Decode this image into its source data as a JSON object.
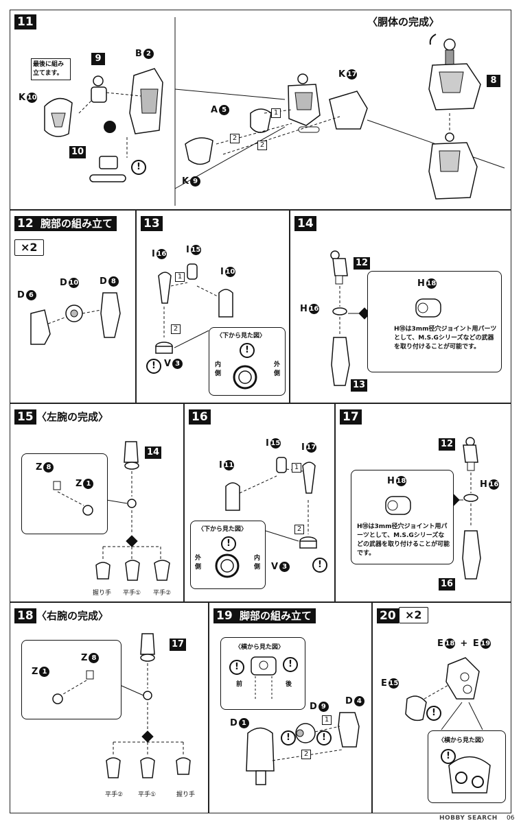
{
  "step11": {
    "number": "11",
    "subtitle": "〈胴体の完成〉",
    "note": "最後に組み立てます。",
    "labels": {
      "b2": "B",
      "k10": "K",
      "p9": "9",
      "p10": "10",
      "a5": "A",
      "k17": "K",
      "k9": "K",
      "p8": "8"
    },
    "circles": {
      "b2": "2",
      "k10": "10",
      "a5": "5",
      "k17": "17",
      "k9": "9"
    },
    "steps": [
      "1",
      "2",
      "2"
    ]
  },
  "step12": {
    "number": "12",
    "title": "腕部の組み立て",
    "count": "×2",
    "labels": {
      "d6": "D",
      "d10": "D",
      "d8": "D"
    },
    "circles": {
      "d6": "6",
      "d10": "10",
      "d8": "8"
    }
  },
  "step13": {
    "number": "13",
    "inset_title": "〈下から見た図〉",
    "inner": "内側",
    "outer": "外側",
    "labels": {
      "i16": "I",
      "i15": "I",
      "i10": "I",
      "v3": "V"
    },
    "circles": {
      "i16": "16",
      "i15": "15",
      "i10": "10",
      "v3": "3"
    },
    "steps": [
      "1",
      "2"
    ]
  },
  "step14": {
    "number": "14",
    "tag_top": "12",
    "tag_bottom": "13",
    "h16": "H",
    "h16c": "16",
    "h18": "H",
    "h18c": "18",
    "note": "H⑱は3mm径穴ジョイント用パーツとして、M.S.Gシリーズなどの武器を取り付けることが可能です。"
  },
  "step15": {
    "number": "15",
    "subtitle": "〈左腕の完成〉",
    "tag": "14",
    "labels": {
      "z8": "Z",
      "z1": "Z"
    },
    "circles": {
      "z8": "8",
      "z1": "1"
    },
    "hands": [
      "握り手",
      "平手①",
      "平手②"
    ]
  },
  "step16": {
    "number": "16",
    "inset_title": "〈下から見た図〉",
    "outer": "外側",
    "inner": "内側",
    "labels": {
      "i11": "I",
      "i15": "I",
      "i17": "I",
      "v3": "V"
    },
    "circles": {
      "i11": "11",
      "i15": "15",
      "i17": "17",
      "v3": "3"
    },
    "steps": [
      "1",
      "2"
    ]
  },
  "step17": {
    "number": "17",
    "tag_top": "12",
    "tag_bottom": "16",
    "h16": "H",
    "h16c": "16",
    "h18": "H",
    "h18c": "18",
    "note": "H⑱は3mm径穴ジョイント用パーツとして、M.S.Gシリーズなどの武器を取り付けることが可能です。"
  },
  "step18": {
    "number": "18",
    "subtitle": "〈右腕の完成〉",
    "tag": "17",
    "labels": {
      "z1": "Z",
      "z8": "Z"
    },
    "circles": {
      "z1": "1",
      "z8": "8"
    },
    "hands": [
      "平手②",
      "平手①",
      "握り手"
    ]
  },
  "step19": {
    "number": "19",
    "title": "脚部の組み立て",
    "inset_title": "〈横から見た図〉",
    "front": "前",
    "back": "後",
    "labels": {
      "d1": "D",
      "d9": "D",
      "d4": "D"
    },
    "circles": {
      "d1": "1",
      "d9": "9",
      "d4": "4"
    },
    "steps": [
      "1",
      "2"
    ]
  },
  "step20": {
    "number": "20",
    "count": "×2",
    "inset_title": "〈横から見た図〉",
    "plus": "+",
    "labels": {
      "e18": "E",
      "e19": "E",
      "e15": "E"
    },
    "circles": {
      "e18": "18",
      "e19": "19",
      "e15": "15"
    }
  },
  "bang": "!",
  "footer": {
    "logo": "HOBBY SEARCH",
    "page": "06"
  }
}
